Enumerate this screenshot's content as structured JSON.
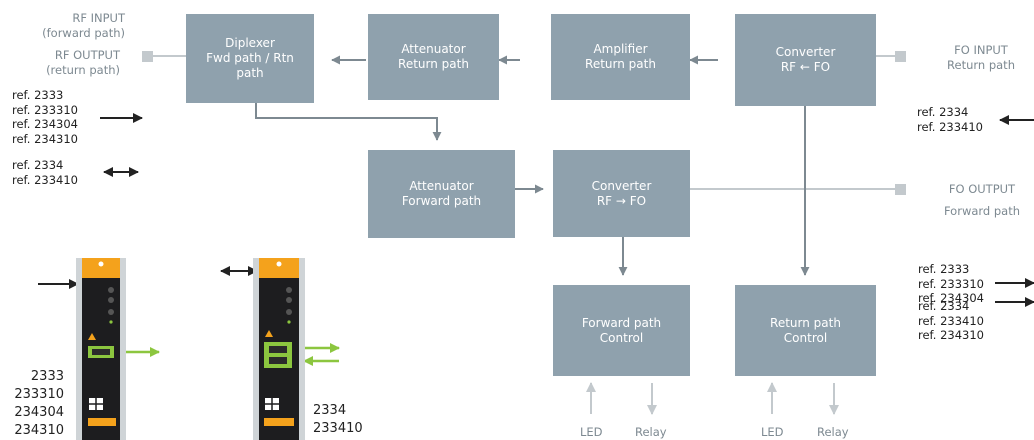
{
  "blocks": {
    "diplexer": "Diplexer\nFwd path / Rtn\npath",
    "att_return": "Attenuator\nReturn path",
    "amp_return": "Amplifier\nReturn path",
    "conv_return": "Converter\nRF ← FO",
    "att_forward": "Attenuator\nForward path",
    "conv_forward": "Converter\nRF → FO",
    "fwd_control": "Forward path\nControl",
    "rtn_control": "Return path\nControl"
  },
  "ports": {
    "rf_input": "RF INPUT\n(forward path)",
    "rf_output": "RF OUTPUT\n(return path)",
    "fo_input": "FO INPUT\nReturn path",
    "fo_output": "FO OUTPUT\nForward path"
  },
  "refs": {
    "left_a": "ref. 2333\nref. 233310\nref. 234304\nref. 234310",
    "left_b": "ref. 2334\nref. 233410",
    "right_top": "ref. 2334\nref. 233410",
    "right_a": "ref. 2333\nref. 233310\nref. 234304",
    "right_b": "ref. 2334\nref. 233410\nref. 234310"
  },
  "outputs": {
    "led1": "LED",
    "relay1": "Relay",
    "led2": "LED",
    "relay2": "Relay"
  },
  "devices": {
    "tx_codes": "2333\n233310\n234304\n234310",
    "trx_codes": "2334\n233410"
  },
  "colors": {
    "block": "#8fa1ad",
    "arrow": "#7d8991",
    "port": "#c3c9cd",
    "optical": "#8cc63f",
    "module_top": "#f4a21c"
  }
}
